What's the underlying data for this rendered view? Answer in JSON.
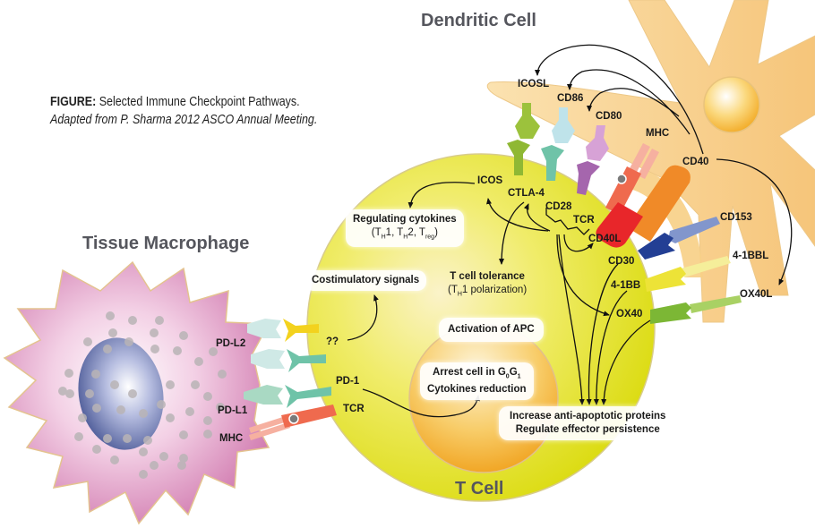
{
  "caption": {
    "prefix": "FIGURE:",
    "title": " Selected Immune Checkpoint Pathways.",
    "source": "Adapted from P. Sharma 2012 ASCO Annual Meeting."
  },
  "cells": {
    "dendritic": "Dendritic Cell",
    "macrophage": "Tissue Macrophage",
    "tcell": "T Cell"
  },
  "colors": {
    "tcell": "#e3e21c",
    "tcell_nucleus": "#f2a81e",
    "dendritic": "#f7cf85",
    "macrophage": "#d986b8",
    "macrophage_nucleus": "#4e5c99",
    "icos": "#9cc23c",
    "ctla4": "#6fc3a8",
    "cd86": "#bfe3ea",
    "cd28": "#a566ad",
    "cd80": "#d7a2d6",
    "tcr": "#ef6a4e",
    "mhc": "#f6b0a0",
    "cd40": "#f08a28",
    "cd40l": "#e8262a",
    "cd30": "#233f94",
    "cd153": "#8296cc",
    "4-1bb": "#ede337",
    "4-1bbl": "#f5ee9a",
    "ox40": "#7cb735",
    "ox40l": "#a9d164",
    "pd1": "#6fc3a8",
    "pdl": "#cfe9e6",
    "unknown_receptor": "#f3d21e"
  },
  "labels": {
    "dc": {
      "icosl": "ICOSL",
      "cd86": "CD86",
      "cd80": "CD80",
      "mhc": "MHC",
      "cd40": "CD40",
      "cd153": "CD153",
      "4-1bbl": "4-1BBL",
      "ox40l": "OX40L"
    },
    "tcell": {
      "icos": "ICOS",
      "ctla4": "CTLA-4",
      "cd28": "CD28",
      "tcr_top": "TCR",
      "cd40l": "CD40L",
      "cd30": "CD30",
      "4-1bb": "4-1BB",
      "ox40": "OX40",
      "unknown": "??",
      "pd1": "PD-1",
      "tcr_bottom": "TCR"
    },
    "macrophage": {
      "pdl2": "PD-L2",
      "pdl1": "PD-L1",
      "mhc": "MHC"
    }
  },
  "effects": {
    "regulating_cytokines": {
      "title": "Regulating cytokines",
      "sub_parts": [
        "(T",
        "H",
        "1, T",
        "H",
        "2, T",
        "reg",
        ")"
      ]
    },
    "costimulatory": "Costimulatory signals",
    "tolerance": {
      "title": "T cell tolerance",
      "sub_parts": [
        "(T",
        "H",
        "1 polarization)"
      ]
    },
    "activation_apc": "Activation of APC",
    "arrest": {
      "line1_parts": [
        "Arrest cell in G",
        "0",
        "G",
        "1"
      ],
      "line2": "Cytokines reduction"
    },
    "persistence": {
      "line1": "Increase anti-apoptotic proteins",
      "line2": "Regulate effector persistence"
    }
  }
}
